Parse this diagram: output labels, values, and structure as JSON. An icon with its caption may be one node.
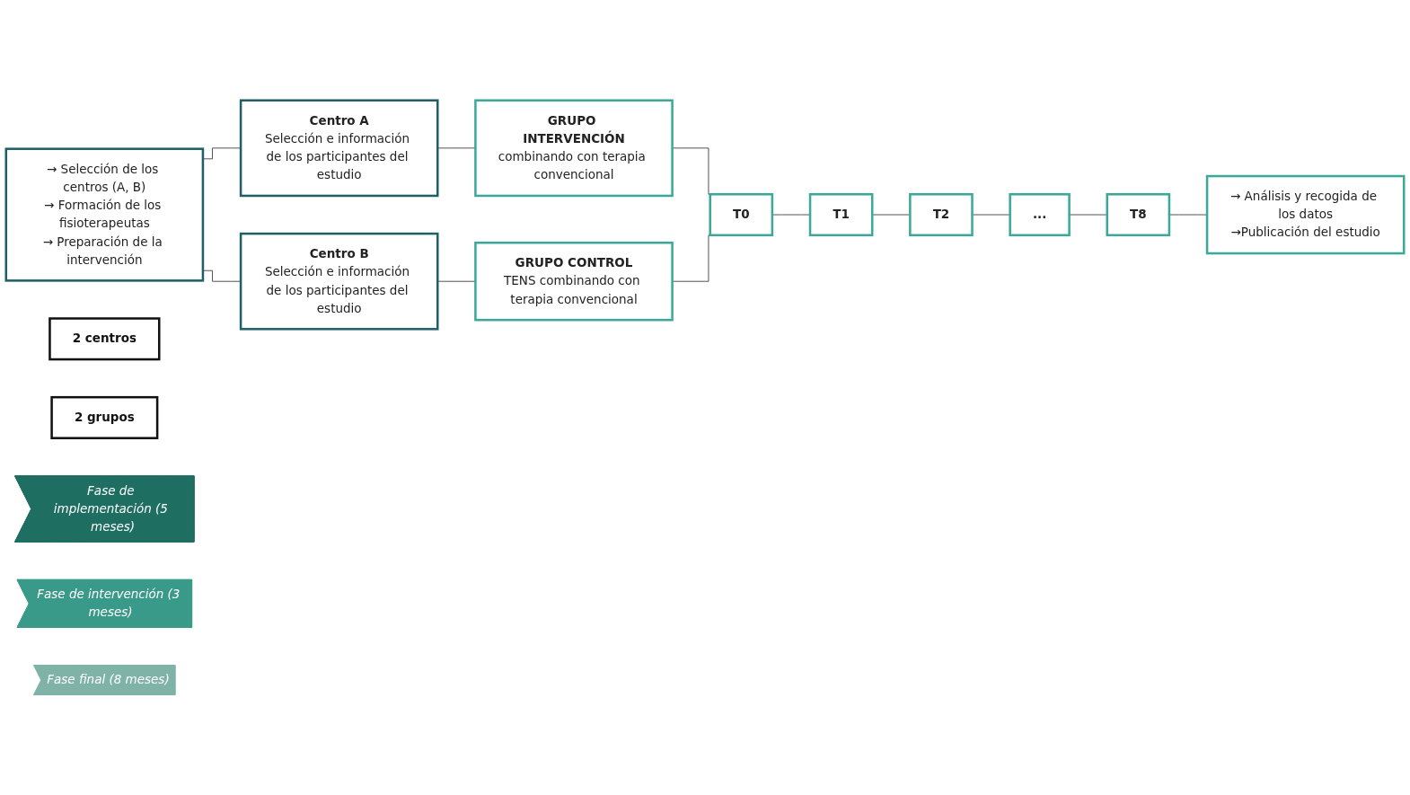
{
  "diagram": {
    "nodes": [
      {
        "text": [
          "→ Selección de los centros (A, B)",
          "→ Formación de los fisioterapeutas",
          "→ Preparación de la intervención"
        ]
      },
      {
        "text": [
          "Centro A",
          "Selección e información de los participantes del estudio"
        ]
      },
      {
        "text": [
          "GRUPO INTERVENCIÓN",
          "combinando con terapia convencional"
        ]
      },
      {
        "text": [
          "Centro B",
          "Selección e información de los participantes del estudio"
        ]
      },
      {
        "text": [
          "GRUPO CONTROL",
          "TENS combinando con terapia convencional"
        ]
      },
      {
        "text": [
          "T0"
        ]
      },
      {
        "text": [
          "T1"
        ]
      },
      {
        "text": [
          "T2"
        ]
      },
      {
        "text": [
          "..."
        ]
      },
      {
        "text": [
          "T8"
        ]
      },
      {
        "text": [
          "→ Análisis y recogida de los datos",
          "→Publicación del estudio"
        ]
      },
      {
        "text": [
          "2 centros"
        ]
      },
      {
        "text": [
          "2 grupos"
        ]
      },
      {
        "text": [
          "Fase de implementación (5 meses)"
        ]
      },
      {
        "text": [
          "Fase de intervención (3 meses)"
        ]
      },
      {
        "text": [
          "Fase final (8 meses)"
        ]
      }
    ],
    "edges": [
      {
        "from": 0,
        "to": 1,
        "arrow": "none"
      },
      {
        "from": 0,
        "to": 3,
        "arrow": "none"
      },
      {
        "from": 1,
        "to": 2,
        "arrow": "none"
      },
      {
        "from": 3,
        "to": 4,
        "arrow": "none"
      },
      {
        "from": 2,
        "to": 5,
        "arrow": "none"
      },
      {
        "from": 4,
        "to": 5,
        "arrow": "none"
      },
      {
        "from": 5,
        "to": 6,
        "arrow": "none"
      },
      {
        "from": 6,
        "to": 7,
        "arrow": "none"
      },
      {
        "from": 7,
        "to": 8,
        "arrow": "none"
      },
      {
        "from": 8,
        "to": 9,
        "arrow": "none"
      },
      {
        "from": 9,
        "to": 10,
        "arrow": "none"
      }
    ]
  }
}
